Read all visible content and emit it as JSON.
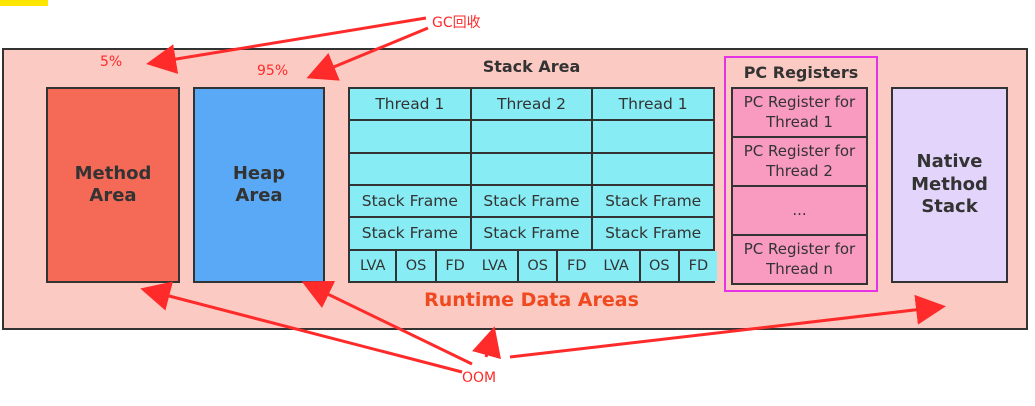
{
  "annotations": {
    "gc": "GC回收",
    "method_percent": "5%",
    "heap_percent": "95%",
    "oom": "OOM"
  },
  "areas": {
    "runtime_title": "Runtime Data Areas",
    "method_line1": "Method",
    "method_line2": "Area",
    "heap_line1": "Heap",
    "heap_line2": "Area",
    "native_line1": "Native",
    "native_line2": "Method",
    "native_line3": "Stack"
  },
  "stack_area": {
    "title": "Stack Area",
    "threads": [
      "Thread 1",
      "Thread 2",
      "Thread 1"
    ],
    "frame": "Stack Frame",
    "frame_parts": [
      "LVA",
      "OS",
      "FD"
    ]
  },
  "pc_registers": {
    "title": "PC Registers",
    "items": [
      {
        "l1": "PC Register for",
        "l2": "Thread 1"
      },
      {
        "l1": "PC Register for",
        "l2": "Thread 2"
      },
      {
        "l1": "...",
        "l2": ""
      },
      {
        "l1": "PC Register for",
        "l2": "Thread n"
      }
    ]
  },
  "colors": {
    "annotation": "#ff2a2a",
    "outer": "#fbcbc3",
    "method": "#f56a57",
    "heap": "#5aa9f6",
    "stack_cell": "#88ecf4",
    "pc_item": "#f99ac1",
    "pc_border": "#e633e6",
    "native": "#e2d4fa"
  }
}
